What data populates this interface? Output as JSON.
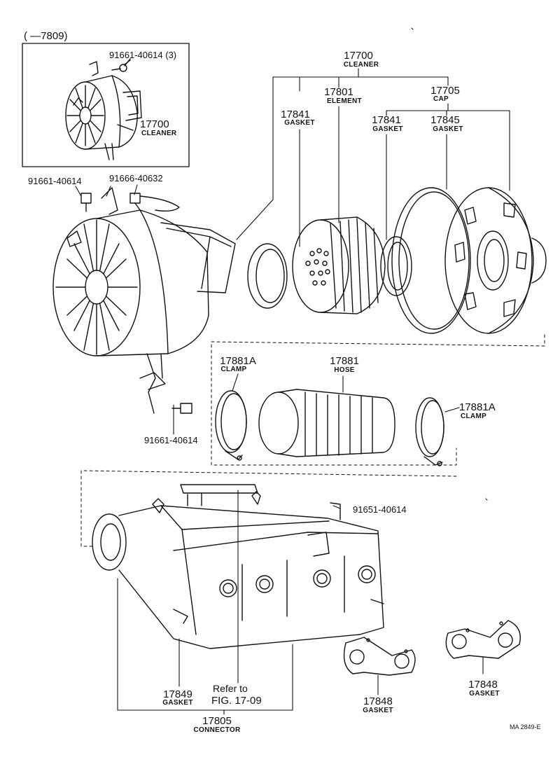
{
  "inset": {
    "range_label": "( —7809)"
  },
  "parts": {
    "p91661_40614_3": {
      "number": "91661-40614 (3)"
    },
    "p17700_inset": {
      "number": "17700",
      "name": "CLEANER"
    },
    "p17700_main": {
      "number": "17700",
      "name": "CLEANER"
    },
    "p17801": {
      "number": "17801",
      "name": "ELEMENT"
    },
    "p17705": {
      "number": "17705",
      "name": "CAP"
    },
    "p17841_left": {
      "number": "17841",
      "name": "GASKET"
    },
    "p17841_right": {
      "number": "17841",
      "name": "GASKET"
    },
    "p17845": {
      "number": "17845",
      "name": "GASKET"
    },
    "p91661_40614_a": {
      "number": "91661-40614"
    },
    "p91666_40632": {
      "number": "91666-40632"
    },
    "p17881A_left": {
      "number": "17881A",
      "name": "CLAMP"
    },
    "p17881": {
      "number": "17881",
      "name": "HOSE"
    },
    "p17881A_right": {
      "number": "17881A",
      "name": "CLAMP"
    },
    "p91661_40614_b": {
      "number": "91661-40614"
    },
    "p91651_40614": {
      "number": "91651-40614"
    },
    "p17849": {
      "number": "17849",
      "name": "GASKET"
    },
    "p17805": {
      "number": "17805",
      "name": "CONNECTOR"
    },
    "p17848_left": {
      "number": "17848",
      "name": "GASKET"
    },
    "p17848_right": {
      "number": "17848",
      "name": "GASKET"
    }
  },
  "reference": {
    "line1": "Refer to",
    "line2": "FIG. 17-09"
  },
  "footer": {
    "code": "MA 2849-E"
  }
}
